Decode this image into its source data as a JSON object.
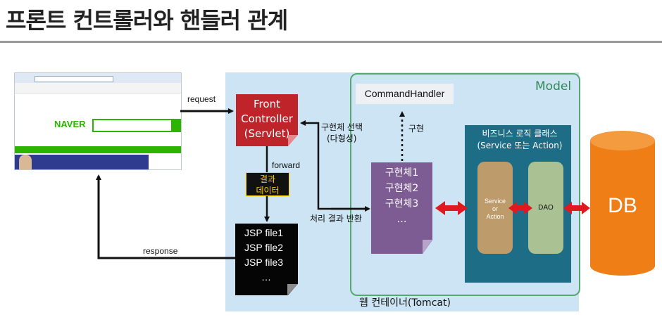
{
  "title": "프론트 컨트롤러와 핸들러 관계",
  "browser": {
    "logo_text": "NAVER"
  },
  "container_label": "웹 컨테이너(Tomcat)",
  "model_label": "Model",
  "front_controller": {
    "line1": "Front",
    "line2": "Controller",
    "line3": "(Servlet)"
  },
  "result_data": {
    "line1": "결과",
    "line2": "데이터"
  },
  "jsp": {
    "files": [
      "JSP file1",
      "JSP file2",
      "JSP file3"
    ],
    "more": "…"
  },
  "command_handler": "CommandHandler",
  "implementations": {
    "items": [
      "구현체1",
      "구현체2",
      "구현체3"
    ],
    "more": "…"
  },
  "business": {
    "title": "비즈니스 로직 클래스",
    "subtitle": "(Service 또는 Action)"
  },
  "service": {
    "line1": "Service",
    "line2": "or",
    "line3": "Action"
  },
  "dao": "DAO",
  "db": "DB",
  "labels": {
    "request": "request",
    "response": "response",
    "forward": "forward",
    "select_impl": "구현체 선택",
    "polymorphism": "(다형성)",
    "implement": "구현",
    "process_return": "처리 결과 반환"
  },
  "colors": {
    "front_controller": "#c0242b",
    "implementations": "#7d5c93",
    "business": "#1e6d86",
    "service": "#bd9b6a",
    "dao": "#a9c193",
    "db": "#ee7e15",
    "container": "#cde4f4",
    "model_border": "#55a870",
    "double_arrow": "#e0181f"
  }
}
